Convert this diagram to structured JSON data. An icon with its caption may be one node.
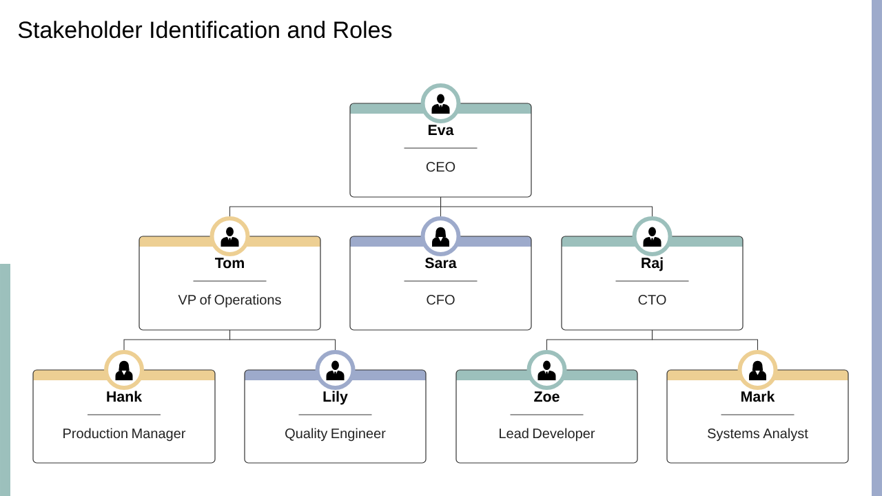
{
  "diagram": {
    "title": "Stakeholder Identification and Roles",
    "nodes": [
      {
        "text": [
          "Eva",
          "CEO"
        ]
      },
      {
        "text": [
          "Tom",
          "VP of Operations"
        ]
      },
      {
        "text": [
          "Sara",
          "CFO"
        ]
      },
      {
        "text": [
          "Raj",
          "CTO"
        ]
      },
      {
        "text": [
          "Hank",
          "Production Manager"
        ]
      },
      {
        "text": [
          "Lily",
          "Quality Engineer"
        ]
      },
      {
        "text": [
          "Zoe",
          "Lead Developer"
        ]
      },
      {
        "text": [
          "Mark",
          "Systems Analyst"
        ]
      }
    ],
    "edges": [
      {
        "from": 0,
        "to": 1,
        "arrow": "none"
      },
      {
        "from": 0,
        "to": 2,
        "arrow": "none"
      },
      {
        "from": 0,
        "to": 3,
        "arrow": "none"
      },
      {
        "from": 1,
        "to": 4,
        "arrow": "none"
      },
      {
        "from": 1,
        "to": 5,
        "arrow": "none"
      },
      {
        "from": 3,
        "to": 6,
        "arrow": "none"
      },
      {
        "from": 3,
        "to": 7,
        "arrow": "none"
      }
    ]
  }
}
